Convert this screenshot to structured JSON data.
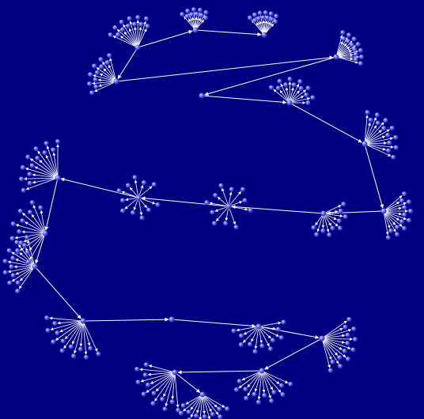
{
  "graph": {
    "type": "directed-hub-spoke-network",
    "background_color": "#000080",
    "node_color": "#5555ee",
    "node_highlight_color": "#d8d8ff",
    "edge_color": "#ffffff",
    "arrowheads": true,
    "hubs": [
      {
        "id": "h1",
        "leaves": 11
      },
      {
        "id": "h2",
        "leaves": 12
      },
      {
        "id": "h3",
        "leaves": 10
      },
      {
        "id": "h4",
        "leaves": 12
      },
      {
        "id": "h5",
        "leaves": 13
      },
      {
        "id": "h6",
        "leaves": 0
      },
      {
        "id": "h7",
        "leaves": 12
      },
      {
        "id": "h8",
        "leaves": 13
      },
      {
        "id": "h9",
        "leaves": 13
      },
      {
        "id": "h10",
        "leaves": 10
      },
      {
        "id": "h11",
        "leaves": 11
      },
      {
        "id": "h12",
        "leaves": 11
      },
      {
        "id": "h13",
        "leaves": 13
      },
      {
        "id": "h14",
        "leaves": 12
      },
      {
        "id": "h15",
        "leaves": 13
      },
      {
        "id": "h16",
        "leaves": 13
      },
      {
        "id": "h17",
        "leaves": 0
      },
      {
        "id": "h18",
        "leaves": 11
      },
      {
        "id": "h19",
        "leaves": 13
      },
      {
        "id": "h20",
        "leaves": 12
      },
      {
        "id": "h21",
        "leaves": 12
      },
      {
        "id": "h22",
        "leaves": 12
      }
    ],
    "edges": [
      [
        "h2",
        "h1"
      ],
      [
        "h2",
        "h3"
      ],
      [
        "h3",
        "h4"
      ],
      [
        "h1",
        "h5"
      ],
      [
        "h5",
        "h6"
      ],
      [
        "h6",
        "h7"
      ],
      [
        "h7",
        "h8"
      ],
      [
        "h8",
        "h9"
      ],
      [
        "h9",
        "h10"
      ],
      [
        "h10",
        "h11"
      ],
      [
        "h11",
        "h12"
      ],
      [
        "h12",
        "h13"
      ],
      [
        "h13",
        "h14"
      ],
      [
        "h14",
        "h15"
      ],
      [
        "h15",
        "h16"
      ],
      [
        "h16",
        "h17"
      ],
      [
        "h17",
        "h18"
      ],
      [
        "h18",
        "h19"
      ],
      [
        "h19",
        "h20"
      ],
      [
        "h20",
        "h21"
      ],
      [
        "h21",
        "h22"
      ]
    ]
  }
}
